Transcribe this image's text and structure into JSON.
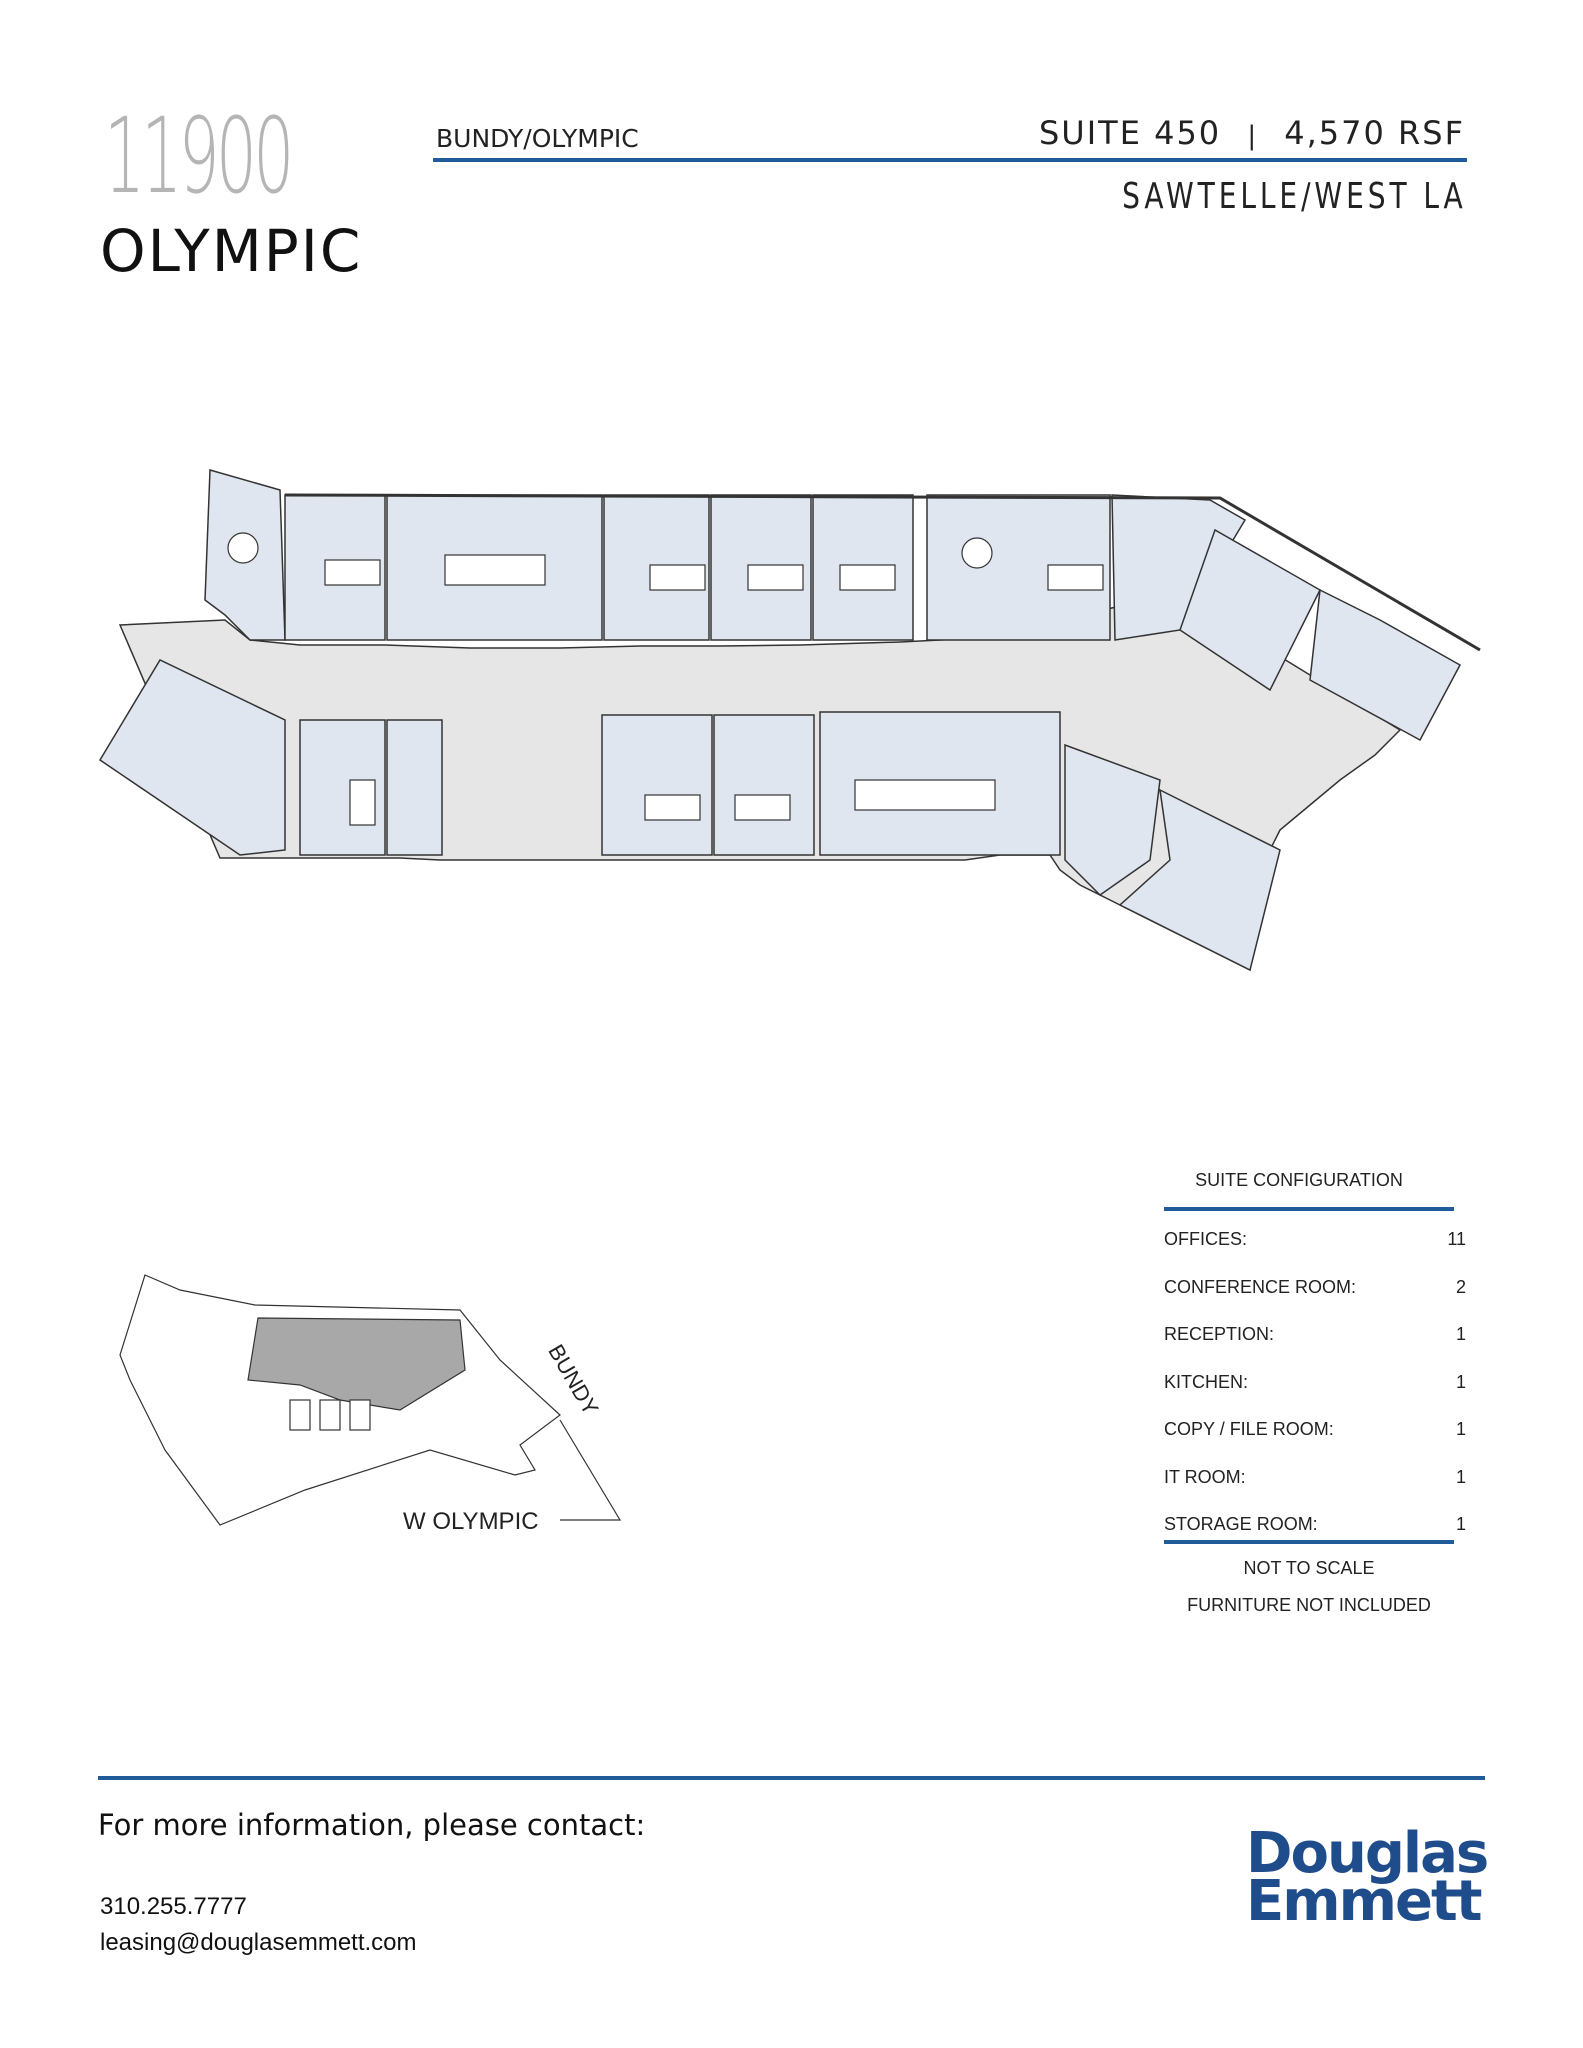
{
  "header": {
    "building_number": "11900",
    "building_name": "OLYMPIC",
    "submarket_intersection": "BUNDY/OLYMPIC",
    "suite_label": "SUITE 450",
    "separator": "|",
    "rsf": "4,570 RSF",
    "area": "SAWTELLE/WEST LA"
  },
  "colors": {
    "accent": "#1f5c99",
    "room_fill": "#dfe6f0",
    "corridor_fill": "#e6e6e6",
    "logo": "#1f4d8c",
    "building_number": "#b5b5b5",
    "keyplan_suite": "#a8a8a8"
  },
  "keyplan": {
    "street_1": "BUNDY",
    "street_2": "W OLYMPIC"
  },
  "suite_configuration": {
    "title": "SUITE CONFIGURATION",
    "rows": [
      {
        "label": "OFFICES:",
        "value": "11"
      },
      {
        "label": "CONFERENCE ROOM:",
        "value": "2"
      },
      {
        "label": "RECEPTION:",
        "value": "1"
      },
      {
        "label": "KITCHEN:",
        "value": "1"
      },
      {
        "label": "COPY / FILE ROOM:",
        "value": "1"
      },
      {
        "label": "IT ROOM:",
        "value": "1"
      },
      {
        "label": "STORAGE ROOM:",
        "value": "1"
      }
    ],
    "notes": [
      "NOT TO SCALE",
      "FURNITURE NOT INCLUDED"
    ]
  },
  "footer": {
    "contact_heading": "For more information, please contact:",
    "phone": "310.255.7777",
    "email": "leasing@douglasemmett.com",
    "logo_line1": "Douglas",
    "logo_line2": "Emmett"
  }
}
